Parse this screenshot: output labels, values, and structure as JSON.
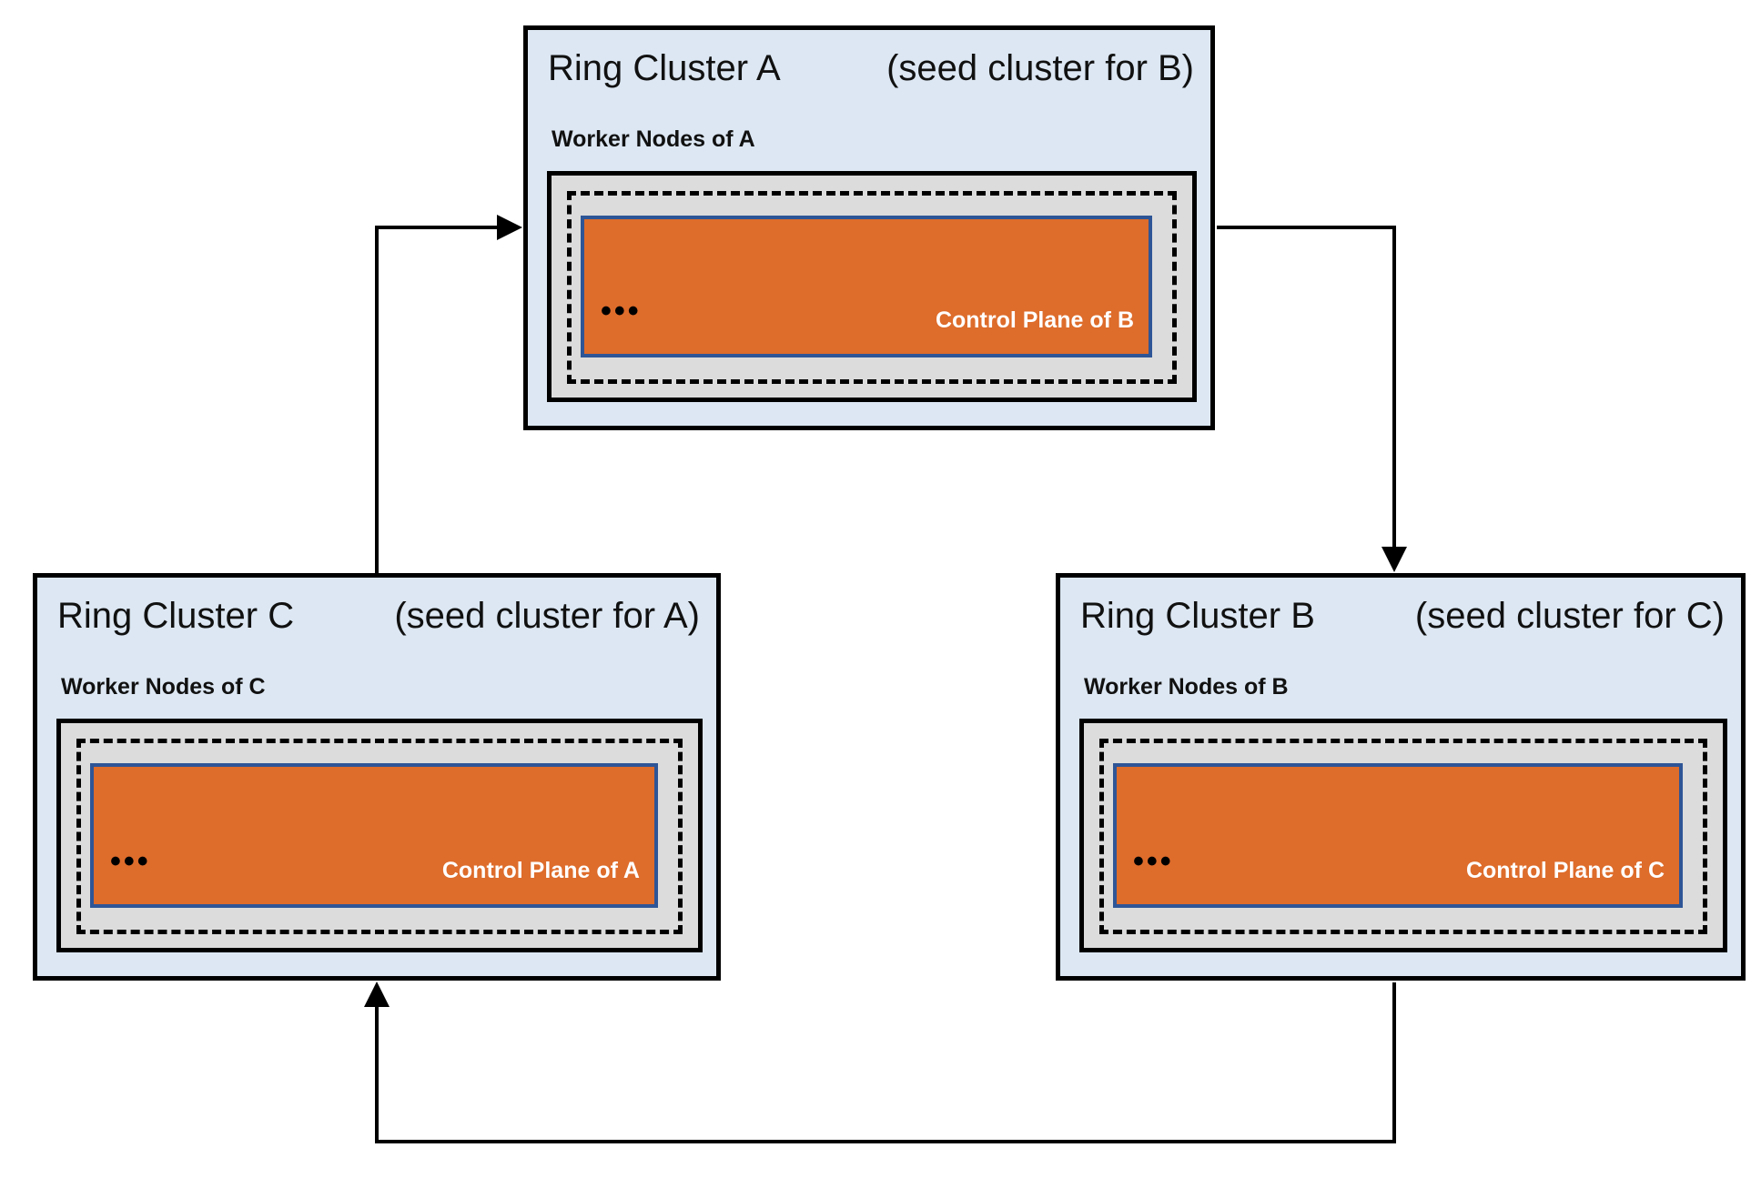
{
  "diagram": {
    "title_implied": "Ring of clusters where each cluster hosts the control plane of the next",
    "clusters": [
      {
        "id": "A",
        "name": "Ring Cluster A",
        "seed_note": "(seed cluster for B)",
        "worker_label": "Worker Nodes of A",
        "dots": "•••",
        "control_label": "Control Plane of B"
      },
      {
        "id": "B",
        "name": "Ring Cluster B",
        "seed_note": "(seed cluster for C)",
        "worker_label": "Worker Nodes of B",
        "dots": "•••",
        "control_label": "Control Plane of C"
      },
      {
        "id": "C",
        "name": "Ring Cluster C",
        "seed_note": "(seed cluster for A)",
        "worker_label": "Worker Nodes of C",
        "dots": "•••",
        "control_label": "Control Plane of A"
      }
    ],
    "edges": [
      {
        "from": "Ring Cluster C",
        "to": "Ring Cluster A"
      },
      {
        "from": "Ring Cluster A",
        "to": "Ring Cluster B"
      },
      {
        "from": "Ring Cluster B",
        "to": "Ring Cluster C"
      }
    ],
    "colors": {
      "cluster_bg": "#dce7f3",
      "node_bg": "#dcdcdc",
      "control_bg": "#de6c2b",
      "control_border": "#2e5596",
      "line": "#000000"
    }
  }
}
